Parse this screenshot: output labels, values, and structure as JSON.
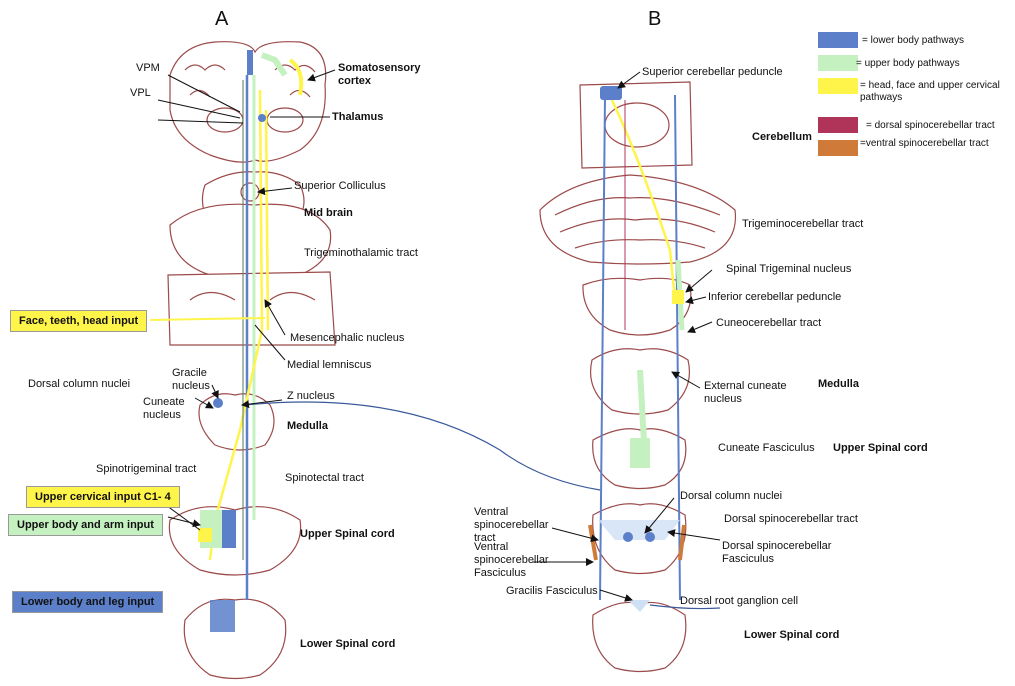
{
  "panels": {
    "a": "A",
    "b": "B"
  },
  "colors": {
    "lower_body": "#5b7fc9",
    "upper_body": "#c5f0c0",
    "head_face": "#fff44a",
    "dorsal_sct": "#b0345a",
    "ventral_sct": "#d07a3a",
    "outline": "#9c4a4a",
    "connector": "#3a5a9a"
  },
  "legend": [
    {
      "text": "= lower body pathways",
      "color_key": "lower_body"
    },
    {
      "text": "= upper body pathways",
      "color_key": "upper_body"
    },
    {
      "text": "= head, face and upper cervical pathways",
      "color_key": "head_face"
    },
    {
      "text": "= dorsal spinocerebellar tract",
      "color_key": "dorsal_sct"
    },
    {
      "text": "=ventral spinocerebellar tract",
      "color_key": "ventral_sct"
    }
  ],
  "panel_a": {
    "vpm": "VPM",
    "vpl": "VPL",
    "somatosensory_cortex": "Somatosensory cortex",
    "thalamus": "Thalamus",
    "superior_colliculus": "Superior Colliculus",
    "mid_brain": "Mid brain",
    "trigeminothalamic": "Trigeminothalamic  tract",
    "face_input": "Face, teeth, head input",
    "mesencephalic": "Mesencephalic nucleus",
    "medial_lemniscus": "Medial lemniscus",
    "dorsal_column_nuclei": "Dorsal column nuclei",
    "gracile": "Gracile nucleus",
    "cuneate": "Cuneate nucleus",
    "z_nucleus": "Z nucleus",
    "medulla": "Medulla",
    "spinotrigeminal": "Spinotrigeminal tract",
    "spinotectal": "Spinotectal tract",
    "upper_cervical_input": "Upper cervical input C1- 4",
    "upper_body_input": "Upper body and arm input",
    "upper_spinal_cord": "Upper Spinal cord",
    "lower_body_input": "Lower body and leg  input",
    "lower_spinal_cord": "Lower Spinal cord"
  },
  "panel_b": {
    "superior_peduncle": "Superior cerebellar peduncle",
    "cerebellum": "Cerebellum",
    "trigeminocerebellar": "Trigeminocerebellar tract",
    "spinal_trigeminal": "Spinal Trigeminal nucleus",
    "inferior_peduncle": "Inferior cerebellar  peduncle",
    "cuneocerebellar": "Cuneocerebellar tract",
    "external_cuneate": "External cuneate nucleus",
    "medulla": "Medulla",
    "cuneate_fasciculus": "Cuneate  Fasciculus",
    "upper_spinal_cord": "Upper Spinal cord",
    "ventral_sct": "Ventral spinocerebellar tract",
    "dorsal_column_nuclei": "Dorsal column nuclei",
    "dorsal_sct": "Dorsal spinocerebellar tract",
    "ventral_sc_fasciculus": "Ventral spinocerebellar Fasciculus",
    "dorsal_sc_fasciculus": "Dorsal spinocerebellar Fasciculus",
    "gracilis_fasciculus": "Gracilis Fasciculus",
    "drg": "Dorsal root ganglion cell",
    "lower_spinal_cord": "Lower Spinal cord"
  }
}
